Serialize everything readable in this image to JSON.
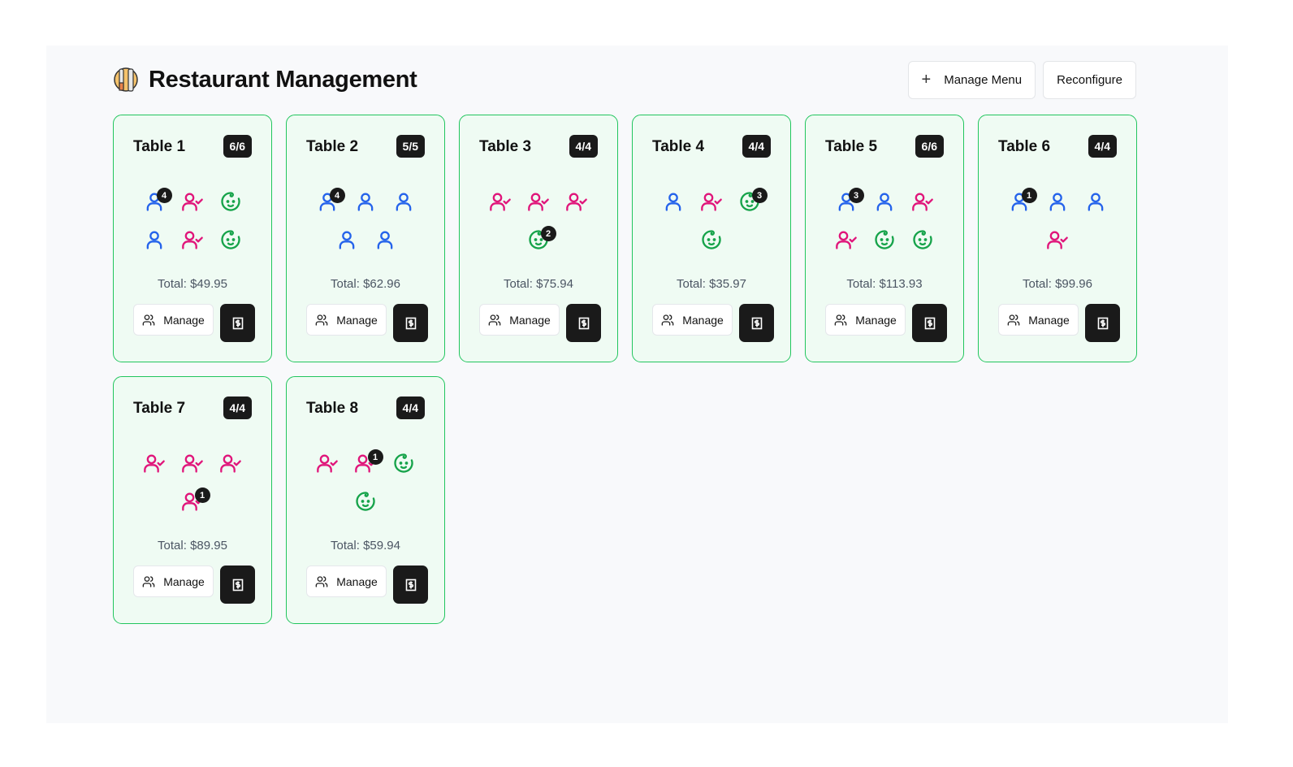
{
  "header": {
    "title": "Restaurant Management",
    "manage_menu_label": "Manage Menu",
    "reconfigure_label": "Reconfigure"
  },
  "colors": {
    "adult": "#2563eb",
    "ordered": "#e0157a",
    "child": "#16a34a",
    "border": "#22c55e"
  },
  "manage_label": "Manage",
  "total_prefix": "Total: ",
  "tables": [
    {
      "name": "Table 1",
      "capacity": "6/6",
      "total": "$49.95",
      "seats": [
        {
          "type": "adult",
          "badge": "4"
        },
        {
          "type": "ordered"
        },
        {
          "type": "child"
        },
        {
          "type": "adult"
        },
        {
          "type": "ordered"
        },
        {
          "type": "child"
        }
      ]
    },
    {
      "name": "Table 2",
      "capacity": "5/5",
      "total": "$62.96",
      "seats": [
        {
          "type": "adult",
          "badge": "4"
        },
        {
          "type": "adult"
        },
        {
          "type": "adult"
        },
        {
          "type": "adult"
        },
        {
          "type": "adult"
        }
      ]
    },
    {
      "name": "Table 3",
      "capacity": "4/4",
      "total": "$75.94",
      "seats": [
        {
          "type": "ordered"
        },
        {
          "type": "ordered"
        },
        {
          "type": "ordered"
        },
        {
          "type": "child",
          "badge": "2"
        }
      ]
    },
    {
      "name": "Table 4",
      "capacity": "4/4",
      "total": "$35.97",
      "seats": [
        {
          "type": "adult"
        },
        {
          "type": "ordered"
        },
        {
          "type": "child",
          "badge": "3"
        },
        {
          "type": "child"
        }
      ]
    },
    {
      "name": "Table 5",
      "capacity": "6/6",
      "total": "$113.93",
      "seats": [
        {
          "type": "adult",
          "badge": "3"
        },
        {
          "type": "adult"
        },
        {
          "type": "ordered"
        },
        {
          "type": "ordered"
        },
        {
          "type": "child"
        },
        {
          "type": "child"
        }
      ]
    },
    {
      "name": "Table 6",
      "capacity": "4/4",
      "total": "$99.96",
      "seats": [
        {
          "type": "adult",
          "badge": "1"
        },
        {
          "type": "adult"
        },
        {
          "type": "adult"
        },
        {
          "type": "ordered"
        }
      ]
    },
    {
      "name": "Table 7",
      "capacity": "4/4",
      "total": "$89.95",
      "seats": [
        {
          "type": "ordered"
        },
        {
          "type": "ordered"
        },
        {
          "type": "ordered"
        },
        {
          "type": "ordered",
          "badge": "1"
        }
      ]
    },
    {
      "name": "Table 8",
      "capacity": "4/4",
      "total": "$59.94",
      "seats": [
        {
          "type": "ordered"
        },
        {
          "type": "ordered",
          "badge": "1"
        },
        {
          "type": "child"
        },
        {
          "type": "child"
        }
      ]
    }
  ]
}
